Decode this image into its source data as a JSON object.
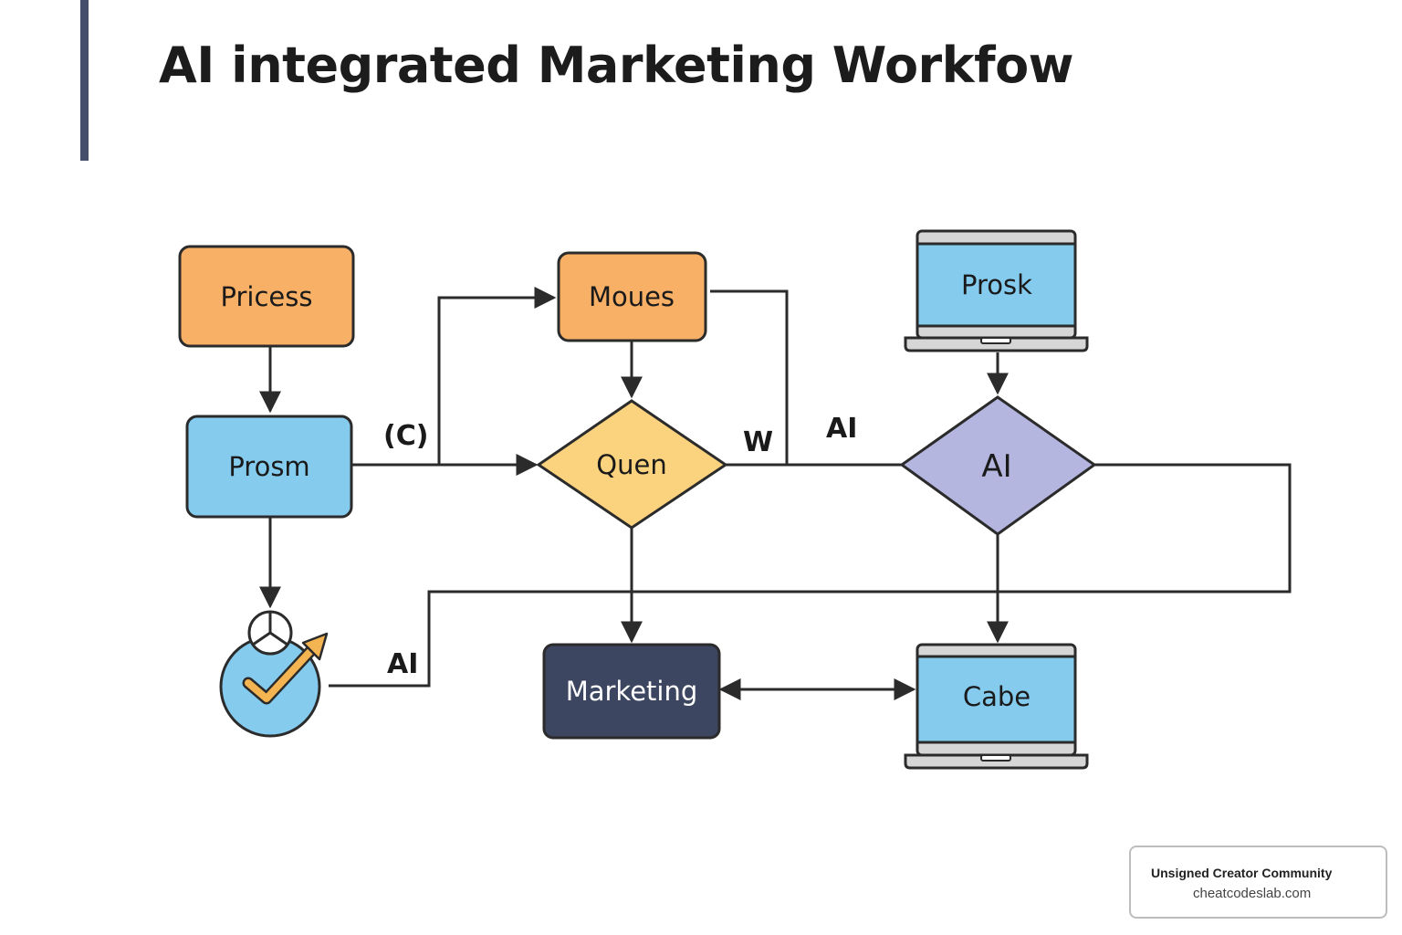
{
  "title": "AI integrated Marketing Workfow",
  "colors": {
    "accent_bar": "#454e6a",
    "orange": "#f8af66",
    "blue": "#84cbee",
    "yellow": "#fbd27d",
    "purple": "#b4b6e0",
    "navy": "#3c4660",
    "stroke": "#2b2b2b",
    "laptop_gray": "#d6d6d6",
    "check_gold": "#f3b451"
  },
  "nodes": {
    "pricess": "Pricess",
    "moues": "Moues",
    "prosk": "Prosk",
    "prosm": "Prosm",
    "quen": "Quen",
    "ai_decision": "AI",
    "marketing": "Marketing",
    "cabe": "Cabe"
  },
  "edge_labels": {
    "c": "(C)",
    "w": "W",
    "ai_top": "AI",
    "ai_bottom": "AI"
  },
  "icons": {
    "laptop_top": "laptop-icon",
    "laptop_bottom": "laptop-icon",
    "success": "check-growth-icon"
  },
  "badge": {
    "title": "Unsigned Creator Community",
    "url": "cheatcodeslab.com"
  }
}
